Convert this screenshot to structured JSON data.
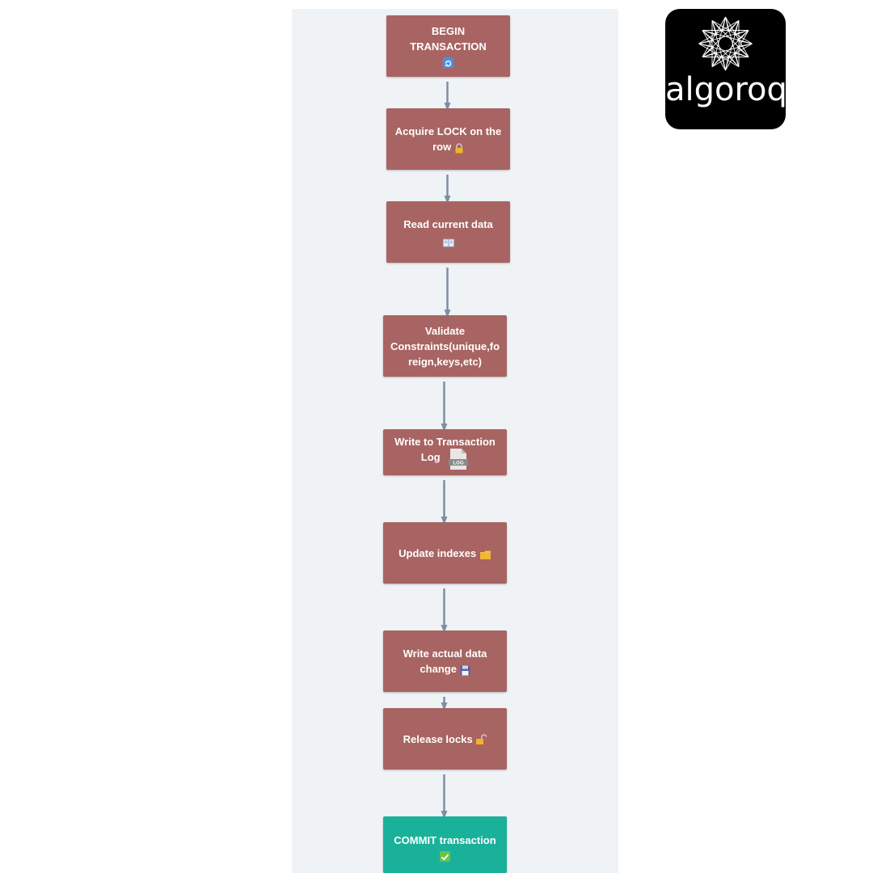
{
  "steps": [
    {
      "lines": [
        "BEGIN TRANSACTION"
      ],
      "icon": "refresh-icon",
      "icon_glyph": "🔄"
    },
    {
      "lines": [
        "Acquire LOCK on the",
        "row"
      ],
      "icon": "lock-icon",
      "icon_glyph": "🔒"
    },
    {
      "lines": [
        "Read current data"
      ],
      "icon": "open-book-icon",
      "icon_glyph": "📖"
    },
    {
      "lines": [
        "Validate",
        "Constraints(unique,fo",
        "reign,keys,etc)"
      ],
      "icon": "",
      "icon_glyph": ""
    },
    {
      "lines": [
        "Write to Transaction",
        "Log"
      ],
      "icon": "log-file-icon",
      "icon_glyph": ""
    },
    {
      "lines": [
        "Update indexes"
      ],
      "icon": "folder-icon",
      "icon_glyph": "🗂"
    },
    {
      "lines": [
        "Write actual data",
        "change"
      ],
      "icon": "floppy-disk-icon",
      "icon_glyph": "💾"
    },
    {
      "lines": [
        "Release locks"
      ],
      "icon": "unlock-icon",
      "icon_glyph": "🔓"
    },
    {
      "lines": [
        "COMMIT transaction"
      ],
      "icon": "check-mark-icon",
      "icon_glyph": "✅"
    }
  ],
  "logo": {
    "wordmark": "algoroq"
  },
  "colors": {
    "step_fill": "#a86462",
    "commit_fill": "#1ab19a",
    "arrow": "#7d8fa3",
    "panel": "#eff3f6",
    "logo_bg": "#000000"
  }
}
